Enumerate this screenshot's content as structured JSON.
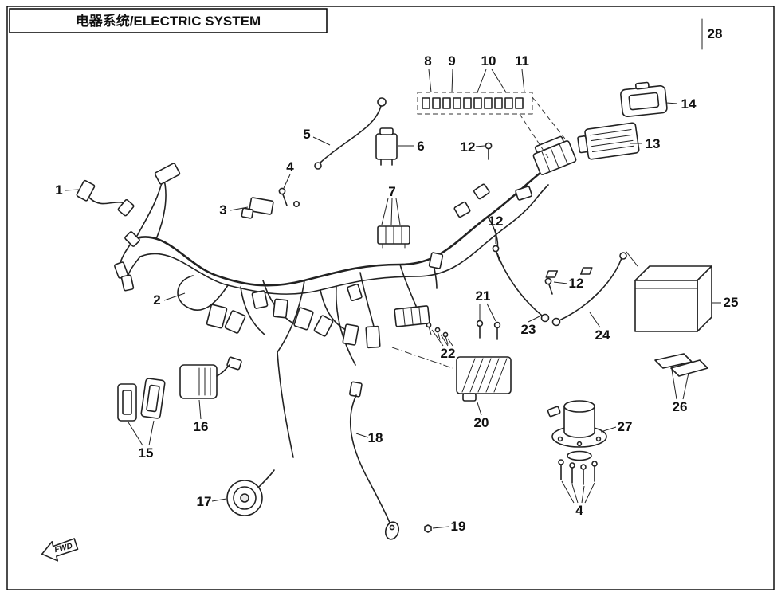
{
  "title": "电器系统/ELECTRIC SYSTEM",
  "fwd_label": "FWD",
  "colors": {
    "background": "#ffffff",
    "line": "#222222",
    "border": "#000000"
  },
  "callouts": {
    "n1": "1",
    "n2": "2",
    "n3": "3",
    "n4a": "4",
    "n4b": "4",
    "n5": "5",
    "n6": "6",
    "n7": "7",
    "n8": "8",
    "n9": "9",
    "n10": "10",
    "n11": "11",
    "n12a": "12",
    "n12b": "12",
    "n12c": "12",
    "n13": "13",
    "n14": "14",
    "n15": "15",
    "n16": "16",
    "n17": "17",
    "n18": "18",
    "n19": "19",
    "n20": "20",
    "n21": "21",
    "n22": "22",
    "n23": "23",
    "n24": "24",
    "n25": "25",
    "n26": "26",
    "n27": "27",
    "n28": "28"
  }
}
